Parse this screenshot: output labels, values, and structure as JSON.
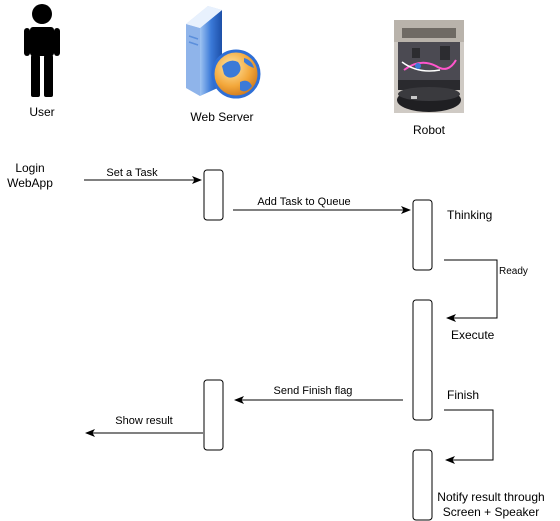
{
  "actors": {
    "user": {
      "label": "User",
      "icon": "person-icon"
    },
    "server": {
      "label": "Web Server",
      "icon": "server-globe-icon"
    },
    "robot": {
      "label": "Robot",
      "icon": "robot-photo"
    }
  },
  "notes": {
    "login_line1": "Login",
    "login_line2": "WebApp",
    "thinking": "Thinking",
    "execute": "Execute",
    "finish": "Finish",
    "notify_line1": "Notify result through",
    "notify_line2": "Screen + Speaker"
  },
  "messages": {
    "set_task": "Set a Task",
    "add_task": "Add Task to Queue",
    "ready": "Ready",
    "send_finish": "Send  Finish flag",
    "show_result": "Show result"
  },
  "colors": {
    "line": "#000000",
    "server_blue": "#2f6fd6",
    "globe_orange": "#f0a030"
  }
}
